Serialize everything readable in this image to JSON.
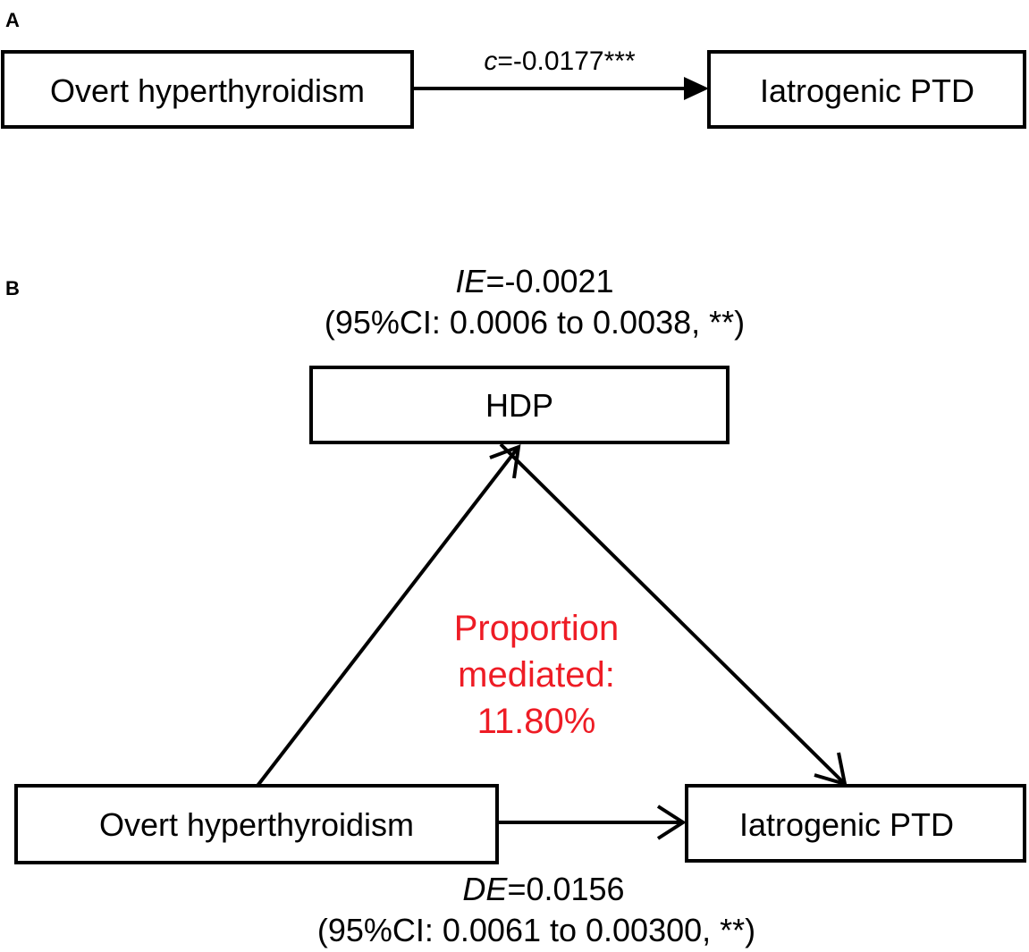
{
  "panel_a": {
    "letter": "A",
    "source_box": "Overt hyperthyroidism",
    "target_box": "Iatrogenic PTD",
    "effect_symbol": "c",
    "effect_value": "=-0.0177***"
  },
  "panel_b": {
    "letter": "B",
    "mediator_box": "HDP",
    "source_box": "Overt hyperthyroidism",
    "target_box": "Iatrogenic PTD",
    "indirect": {
      "symbol": "IE",
      "value": "=-0.0021",
      "ci": "(95%CI: 0.0006 to 0.0038, **)"
    },
    "direct": {
      "symbol": "DE",
      "value": "=0.0156",
      "ci": "(95%CI: 0.0061 to 0.00300,  **)"
    },
    "proportion": {
      "line1": "Proportion",
      "line2": "mediated:",
      "line3": "11.80%"
    }
  },
  "colors": {
    "stroke": "#000000",
    "text": "#000000",
    "highlight": "#ee1c25"
  }
}
